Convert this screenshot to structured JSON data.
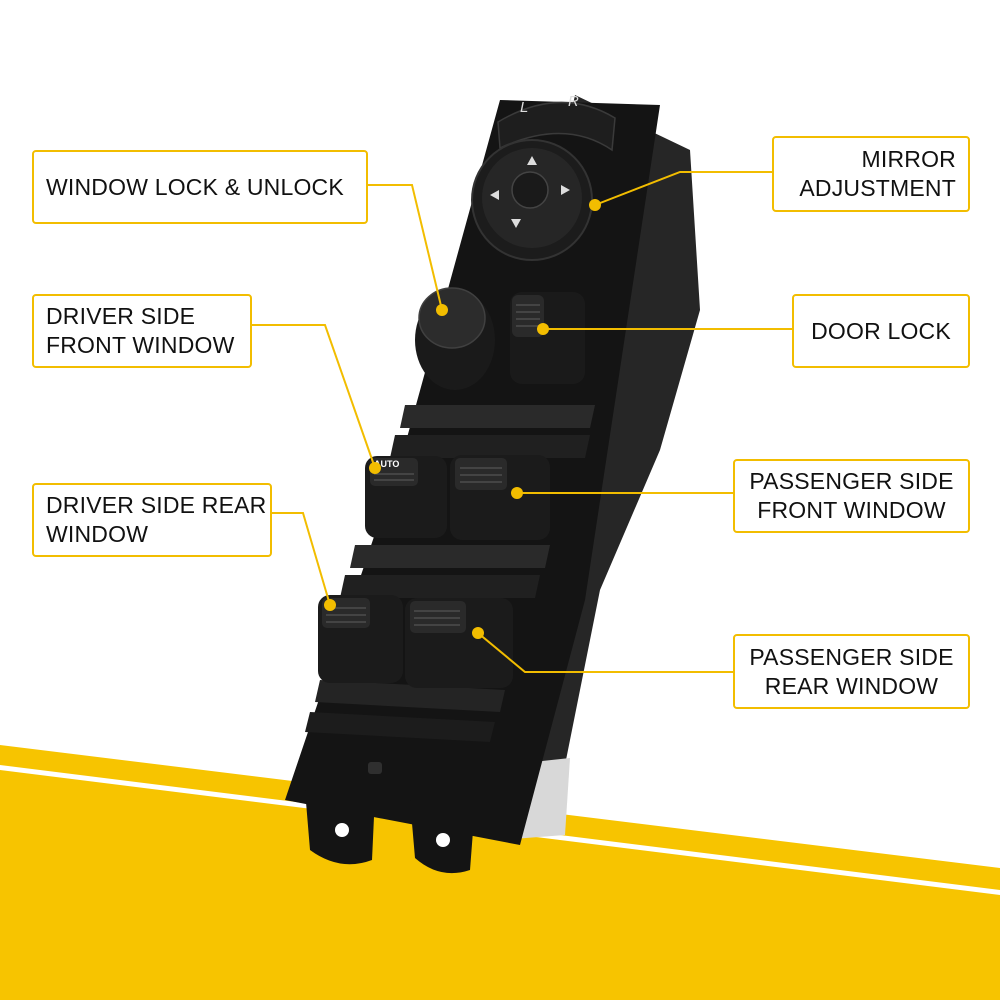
{
  "colors": {
    "accent": "#f2bd00",
    "device": "#111111",
    "background": "#ffffff",
    "text": "#111111"
  },
  "device": {
    "mirror_letters": [
      "L",
      "R"
    ],
    "auto_badge": "AUTO"
  },
  "labels": {
    "window_lock": [
      "WINDOW LOCK & UNLOCK"
    ],
    "driver_front": [
      "DRIVER SIDE",
      "FRONT WINDOW"
    ],
    "driver_rear": [
      "DRIVER SIDE REAR",
      "WINDOW"
    ],
    "mirror": [
      "MIRROR",
      "ADJUSTMENT"
    ],
    "door_lock": [
      "DOOR LOCK"
    ],
    "passenger_front": [
      "PASSENGER SIDE",
      "FRONT WINDOW"
    ],
    "passenger_rear": [
      "PASSENGER SIDE",
      "REAR WINDOW"
    ]
  }
}
